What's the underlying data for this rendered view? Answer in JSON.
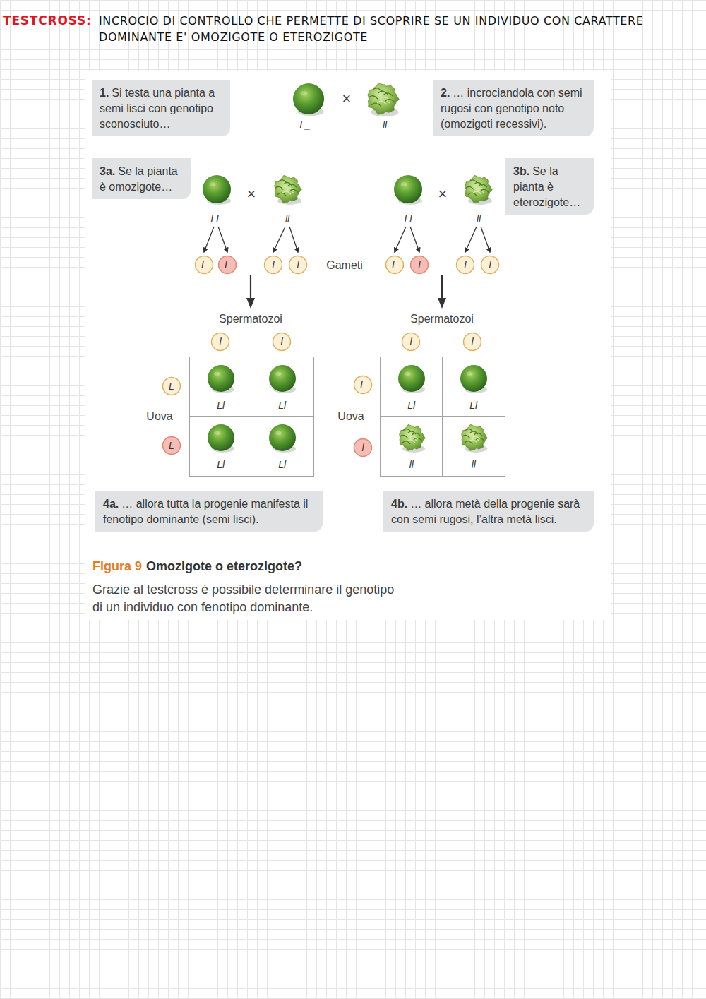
{
  "diagram": {
    "title": "TESTCROSS:",
    "caption": "Grazie al testcross è possibile determinare il genotipo di un individuo con fenotipo dominante.",
    "nodes": [
      {
        "text": [
          "1.",
          "Si testa una pianta a semi lisci con genotipo sconosciuto…"
        ]
      },
      {
        "text": [
          "2.",
          "… incrociandola con semi rugosi con genotipo noto (omozigoti recessivi)."
        ]
      },
      {
        "text": [
          "3a.",
          "Se la pianta è omozigote…"
        ]
      },
      {
        "text": [
          "3b.",
          "Se la pianta è eterozigote…"
        ]
      },
      {
        "text": [
          "L"
        ]
      },
      {
        "text": [
          "L"
        ]
      },
      {
        "text": [
          "l"
        ]
      },
      {
        "text": [
          "l"
        ]
      },
      {
        "text": [
          "L"
        ]
      },
      {
        "text": [
          "l"
        ]
      },
      {
        "text": [
          "l"
        ]
      },
      {
        "text": [
          "l"
        ]
      },
      {
        "text": [
          "l"
        ]
      },
      {
        "text": [
          "l"
        ]
      },
      {
        "text": [
          "l"
        ]
      },
      {
        "text": [
          "l"
        ]
      },
      {
        "text": [
          "L"
        ]
      },
      {
        "text": [
          "L"
        ]
      },
      {
        "text": [
          "L"
        ]
      },
      {
        "text": [
          "l"
        ]
      },
      {
        "text": [
          "Ll"
        ]
      },
      {
        "text": [
          "Ll"
        ]
      },
      {
        "text": [
          "Ll"
        ]
      },
      {
        "text": [
          "Ll"
        ]
      },
      {
        "text": [
          "Ll"
        ]
      },
      {
        "text": [
          "Ll"
        ]
      },
      {
        "text": [
          "ll"
        ]
      },
      {
        "text": [
          "ll"
        ]
      },
      {
        "text": [
          "4a.",
          "… allora tutta la progenie manifesta il fenotipo dominante (semi lisci)."
        ]
      },
      {
        "text": [
          "4b.",
          "… allora metà della progenie sarà con semi rugosi, l’altra metà lisci."
        ]
      }
    ],
    "labels": [
      "INCROCIO DI CONTROLLO CHE PERMETTE DI SCOPRIRE SE UN INDIVIDUO CON CARATTERE DOMINANTE E' OMOZIGOTE O ETEROZIGOTE",
      "L_",
      "×",
      "ll",
      "×",
      "LL",
      "ll",
      "×",
      "Ll",
      "ll",
      "Gameti",
      "Spermatozoi",
      "Spermatozoi",
      "Uova",
      "Uova",
      "Figura 9",
      "Omozigote o eterozigote?"
    ]
  }
}
